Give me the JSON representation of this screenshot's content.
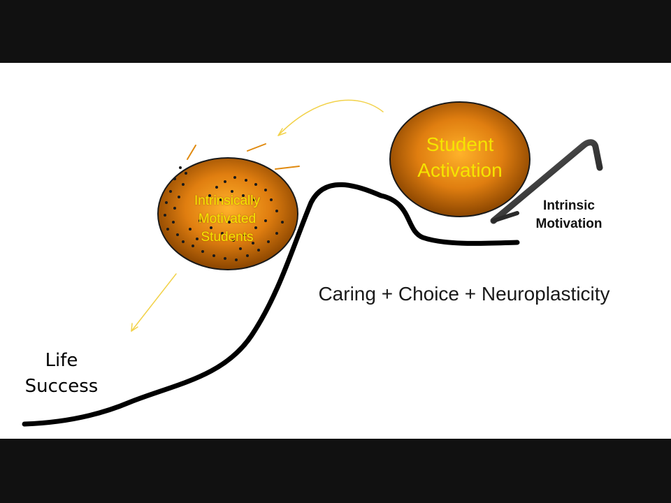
{
  "diagram": {
    "intrinsic_ball": {
      "lines": [
        "Intrinsically",
        "Motivated",
        "Students"
      ]
    },
    "activation_ball": {
      "lines": [
        "Student",
        "Activation"
      ]
    },
    "lever_label": {
      "lines": [
        "Intrinsic",
        "Motivation"
      ]
    },
    "formula": "Caring + Choice + Neuroplasticity",
    "life_success": {
      "lines": [
        "Life",
        "Success"
      ]
    }
  },
  "colors": {
    "ball_core": "#f0a020",
    "ball_edge": "#8a4500",
    "ball_label": "#f5e400",
    "curve": "#000000",
    "motion_arrow": "#f2d24a",
    "letterbox": "#111111"
  },
  "icons": {
    "lever": "crowbar-icon",
    "motion": "motion-arrow-icon"
  }
}
